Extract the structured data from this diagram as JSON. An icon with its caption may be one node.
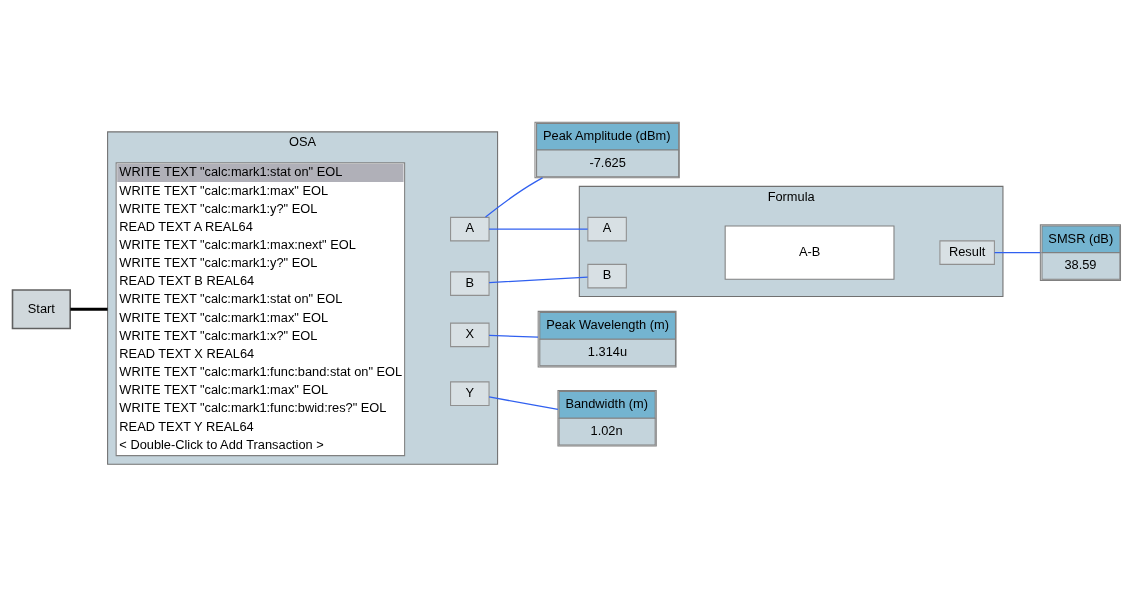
{
  "diagram": {
    "nodes": [
      {
        "text": [
          "Start"
        ]
      },
      {
        "text": [
          "OSA"
        ]
      },
      {
        "text": [
          "WRITE TEXT \"calc:mark1:stat on\" EOL",
          "WRITE TEXT \"calc:mark1:max\" EOL",
          "WRITE TEXT \"calc:mark1:y?\" EOL",
          "READ TEXT A REAL64",
          "WRITE TEXT \"calc:mark1:max:next\" EOL",
          "WRITE TEXT \"calc:mark1:y?\" EOL",
          "READ TEXT B REAL64",
          "WRITE TEXT \"calc:mark1:stat on\" EOL",
          "WRITE TEXT \"calc:mark1:max\" EOL",
          "WRITE TEXT \"calc:mark1:x?\" EOL",
          "READ TEXT X REAL64",
          "WRITE TEXT \"calc:mark1:func:band:stat on\" EOL",
          "WRITE TEXT \"calc:mark1:max\" EOL",
          "WRITE TEXT \"calc:mark1:func:bwid:res?\" EOL",
          "READ TEXT Y REAL64",
          "< Double-Click to Add Transaction >"
        ],
        "in": 1
      },
      {
        "text": [
          "A"
        ],
        "in": 1
      },
      {
        "text": [
          "B"
        ],
        "in": 1
      },
      {
        "text": [
          "X"
        ],
        "in": 1
      },
      {
        "text": [
          "Y"
        ],
        "in": 1
      },
      {
        "text": [
          "Peak Amplitude (dBm)",
          "-7.625"
        ]
      },
      {
        "text": [
          "Formula"
        ]
      },
      {
        "text": [
          "A"
        ],
        "in": 8
      },
      {
        "text": [
          "B"
        ],
        "in": 8
      },
      {
        "text": [
          "A-B"
        ],
        "in": 8
      },
      {
        "text": [
          "Result"
        ],
        "in": 8
      },
      {
        "text": [
          "SMSR (dB)",
          "38.59"
        ]
      },
      {
        "text": [
          "Peak Wavelength (m)",
          "1.314u"
        ]
      },
      {
        "text": [
          "Bandwidth (m)",
          "1.02n"
        ]
      }
    ],
    "edges": [
      {
        "from": 0,
        "to": 1,
        "arrow": "none",
        "color": "#000000",
        "style": "thick"
      },
      {
        "from": 3,
        "to": 7,
        "arrow": "none"
      },
      {
        "from": 3,
        "to": 9,
        "arrow": "none"
      },
      {
        "from": 4,
        "to": 10,
        "arrow": "none"
      },
      {
        "from": 12,
        "to": 13,
        "arrow": "none"
      },
      {
        "from": 5,
        "to": 14,
        "arrow": "none"
      },
      {
        "from": 6,
        "to": 15,
        "arrow": "none"
      }
    ]
  }
}
